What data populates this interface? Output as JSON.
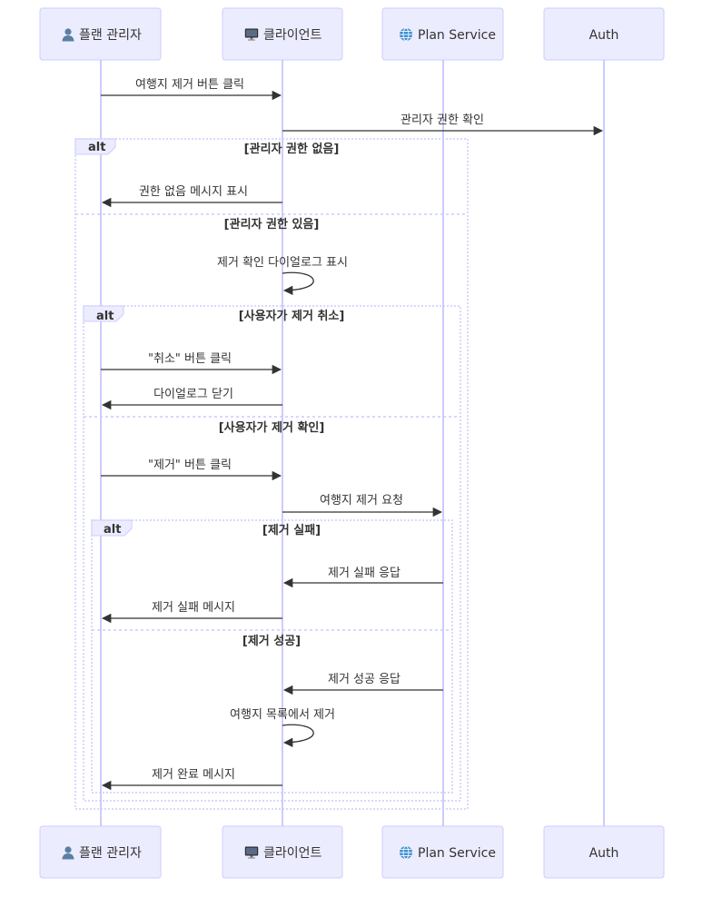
{
  "diagram": {
    "actors": [
      {
        "id": "admin",
        "label": "플랜 관리자",
        "icon": "person-icon"
      },
      {
        "id": "client",
        "label": "클라이언트",
        "icon": "monitor-icon"
      },
      {
        "id": "plan",
        "label": "Plan Service",
        "icon": "globe-icon"
      },
      {
        "id": "auth",
        "label": "Auth",
        "icon": ""
      }
    ],
    "messages": [
      {
        "from": "admin",
        "to": "client",
        "text": "여행지 제거 버튼 클릭"
      },
      {
        "from": "client",
        "to": "auth",
        "text": "관리자 권한 확인"
      },
      {
        "from": "client",
        "to": "admin",
        "text": "권한 없음 메시지 표시"
      },
      {
        "from": "client",
        "to": "client",
        "text": "제거 확인 다이얼로그 표시"
      },
      {
        "from": "admin",
        "to": "client",
        "text": "\"취소\" 버튼 클릭"
      },
      {
        "from": "client",
        "to": "admin",
        "text": "다이얼로그 닫기"
      },
      {
        "from": "admin",
        "to": "client",
        "text": "\"제거\" 버튼 클릭"
      },
      {
        "from": "client",
        "to": "plan",
        "text": "여행지 제거 요청"
      },
      {
        "from": "plan",
        "to": "client",
        "text": "제거 실패 응답"
      },
      {
        "from": "client",
        "to": "admin",
        "text": "제거 실패 메시지"
      },
      {
        "from": "plan",
        "to": "client",
        "text": "제거 성공 응답"
      },
      {
        "from": "client",
        "to": "client",
        "text": "여행지 목록에서 제거"
      },
      {
        "from": "client",
        "to": "admin",
        "text": "제거 완료 메시지"
      }
    ],
    "fragments": [
      {
        "keyword": "alt",
        "conditions": [
          "[관리자 권한 없음]",
          "[관리자 권한 있음]"
        ]
      },
      {
        "keyword": "alt",
        "conditions": [
          "[사용자가 제거 취소]",
          "[사용자가 제거 확인]"
        ]
      },
      {
        "keyword": "alt",
        "conditions": [
          "[제거 실패]",
          "[제거 성공]"
        ]
      }
    ],
    "colors": {
      "actor_fill": "#ECECFF",
      "actor_stroke": "#CCCCFF",
      "lifeline": "#CCCCFF",
      "line": "#333333",
      "text": "#333333"
    }
  }
}
